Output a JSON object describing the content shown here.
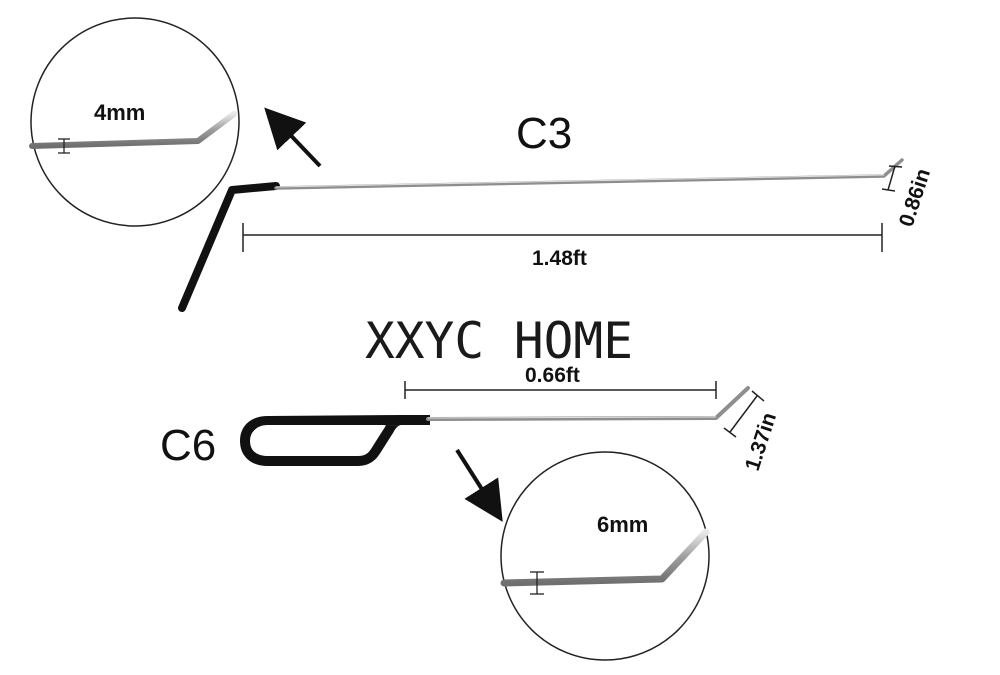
{
  "tools": [
    {
      "model": "C3",
      "tip_diameter": "4mm",
      "length": "1.48ft",
      "tip_height": "0.86in"
    },
    {
      "model": "C6",
      "tip_diameter": "6mm",
      "length": "0.66ft",
      "tip_height": "1.37in"
    }
  ],
  "watermark": "XXYC HOME",
  "colors": {
    "rod": "#b9b9b9",
    "handle": "#111111",
    "line": "#222222"
  }
}
